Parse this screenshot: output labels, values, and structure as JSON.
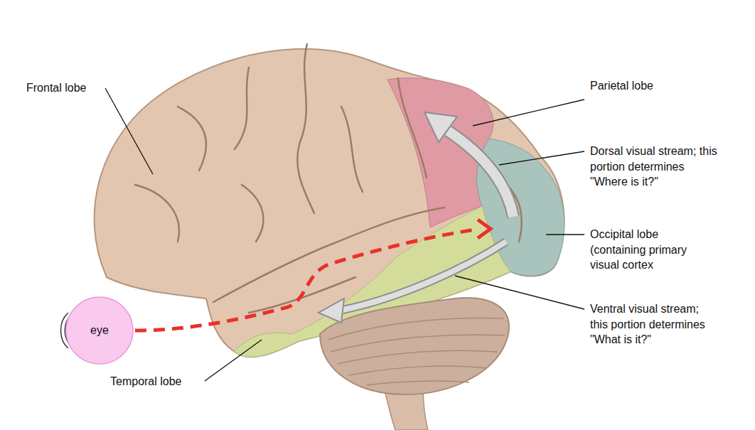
{
  "diagram": {
    "nodes": [
      {
        "text": [
          "eye"
        ]
      }
    ],
    "labels": [
      "Frontal lobe",
      "Parietal lobe",
      "Dorsal visual stream; this portion determines \"Where is it?\"",
      "Occipital lobe (containing primary visual cortex",
      "Ventral visual stream; this portion determines \"What is it?\"",
      "Temporal lobe"
    ]
  }
}
